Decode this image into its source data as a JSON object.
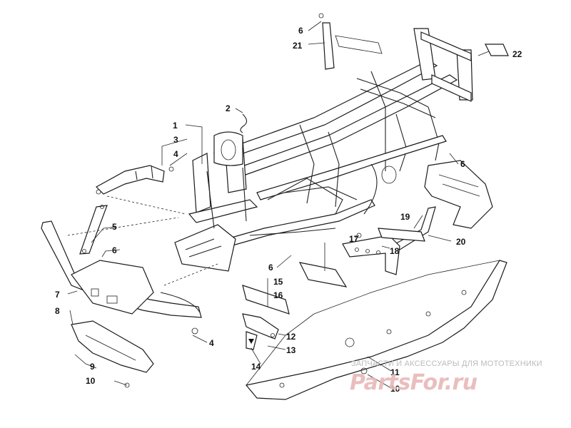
{
  "callouts": {
    "c1": "1",
    "c2": "2",
    "c3": "3",
    "c4a": "4",
    "c4b": "4",
    "c5": "5",
    "c6a": "6",
    "c6b": "6",
    "c6c": "6",
    "c6d": "6",
    "c7": "7",
    "c8": "8",
    "c9": "9",
    "c10a": "10",
    "c10b": "10",
    "c11": "11",
    "c12": "12",
    "c13": "13",
    "c14": "14",
    "c15": "15",
    "c16": "16",
    "c17": "17",
    "c18": "18",
    "c19": "19",
    "c20": "20",
    "c21": "21",
    "c22": "22"
  },
  "watermark": {
    "tagline": "ЗАПЧАСТИ И АКСЕССУАРЫ ДЛЯ МОТОТЕХНИКИ",
    "brand": "PartsFor.ru"
  }
}
